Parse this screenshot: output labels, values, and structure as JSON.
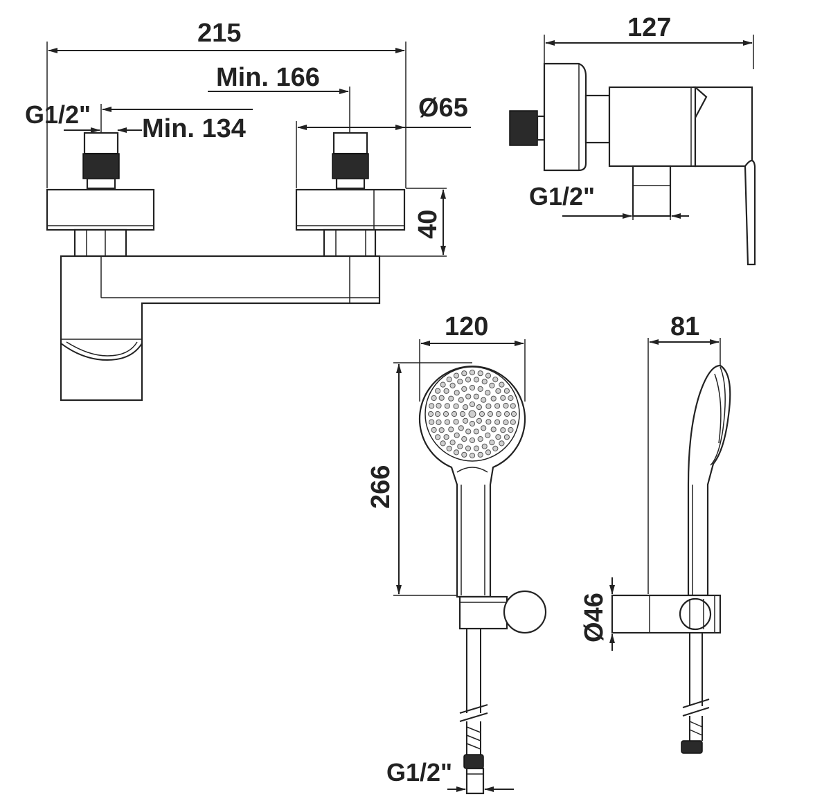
{
  "dimensions": {
    "front_width": "215",
    "min_166": "Min. 166",
    "min_134": "Min. 134",
    "thread_left": "G1/2\"",
    "diameter_65": "Ø65",
    "height_40": "40",
    "side_depth": "127",
    "thread_side": "G1/2\"",
    "shower_head_width": "120",
    "shower_length": "266",
    "shower_side_width": "81",
    "bracket_diameter": "Ø46",
    "hose_thread": "G1/2\""
  },
  "colors": {
    "line": "#222222",
    "background": "#ffffff"
  }
}
